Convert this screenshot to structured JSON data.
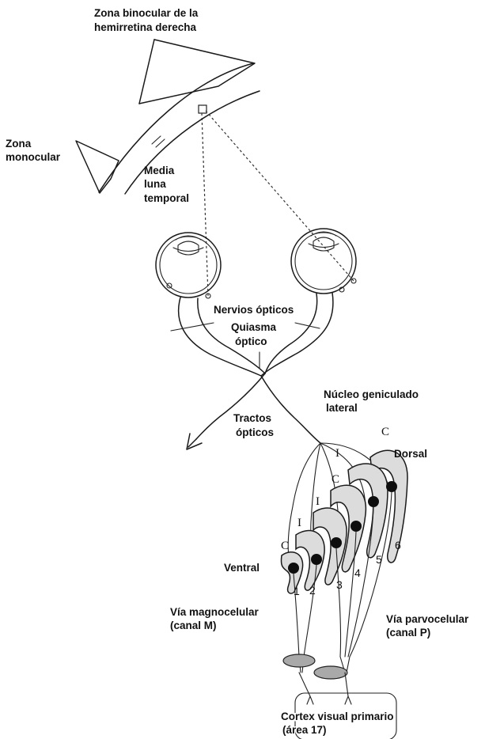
{
  "labels": {
    "binocular_l1": "Zona binocular de la",
    "binocular_l2": "hemirretina derecha",
    "monocular_l1": "Zona",
    "monocular_l2": "monocular",
    "media_l1": "Media",
    "media_l2": "luna",
    "media_l3": "temporal",
    "nervios": "Nervios ópticos",
    "quiasma_l1": "Quiasma",
    "quiasma_l2": "óptico",
    "tractos_l1": "Tractos",
    "tractos_l2": "ópticos",
    "nucleo_l1": "Núcleo geniculado",
    "nucleo_l2": "lateral",
    "dorsal": "Dorsal",
    "ventral": "Ventral",
    "magno_l1": "Vía magnocelular",
    "magno_l2": "(canal M)",
    "parvo_l1": "Vía parvocelular",
    "parvo_l2": "(canal P)",
    "cortex_l1": "Cortex visual primario",
    "cortex_l2": "(área 17)"
  },
  "layer_marks": {
    "c_top": "C",
    "i_top": "I",
    "c_mid": "C",
    "i_mid": "I",
    "i_low": "I",
    "c_low": "C"
  },
  "layer_numbers": [
    "1",
    "2",
    "3",
    "4",
    "5",
    "6"
  ]
}
